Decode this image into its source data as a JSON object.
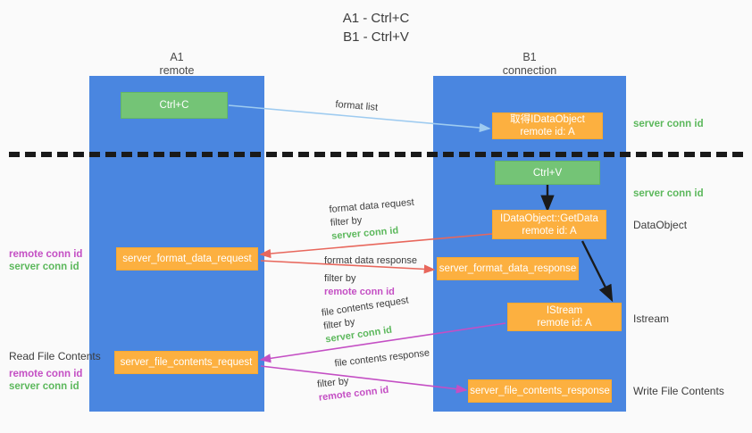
{
  "title": {
    "line1": "A1 - Ctrl+C",
    "line2": "B1 - Ctrl+V"
  },
  "columns": [
    {
      "name": "A1",
      "sub": "remote"
    },
    {
      "name": "B1",
      "sub": "connection"
    }
  ],
  "boxes": {
    "ctrl_c": {
      "line1": "Ctrl+C",
      "line2": ""
    },
    "ctrl_v": {
      "line1": "Ctrl+V",
      "line2": ""
    },
    "idataobject_create": {
      "line1": "取得IDataObject",
      "line2": "remote id: A"
    },
    "idataobject_getdata": {
      "line1": "IDataObject::GetData",
      "line2": "remote id: A"
    },
    "istream": {
      "line1": "IStream",
      "line2": "remote id: A"
    },
    "server_format_data_request": {
      "line1": "server_format_data_request",
      "line2": ""
    },
    "server_format_data_response": {
      "line1": "server_format_data_response",
      "line2": ""
    },
    "server_file_contents_request": {
      "line1": "server_file_contents_request",
      "line2": ""
    },
    "server_file_contents_response": {
      "line1": "server_file_contents_response",
      "line2": ""
    }
  },
  "right_labels": {
    "server_conn_id_top": "server conn id",
    "server_conn_id_mid": "server conn id",
    "dataobject": "DataObject",
    "istream": "Istream",
    "write_file_contents": "Write File Contents"
  },
  "left_labels": {
    "remote_conn_id_1": "remote conn id",
    "server_conn_id_1": "server conn id",
    "read_file_contents": "Read File Contents",
    "remote_conn_id_2": "remote conn id",
    "server_conn_id_2": "server conn id"
  },
  "annotations": {
    "format_list": "format list",
    "format_data_request": "format data request",
    "format_data_request_filter_prefix": "filter by ",
    "format_data_request_filter_value": "server conn id",
    "format_data_response": "format data response",
    "format_data_response_filter_prefix": "filter by ",
    "format_data_response_filter_value": "remote conn id",
    "file_contents_request": "file contents request",
    "file_contents_request_filter_prefix": "filter by ",
    "file_contents_request_filter_value": "server conn id",
    "file_contents_response": "file contents response",
    "file_contents_response_filter_prefix": "filter by ",
    "file_contents_response_filter_value": "remote conn id"
  },
  "colors": {
    "column_blue": "#4a86e0",
    "box_green": "#74c476",
    "box_orange": "#fcb040",
    "arrow_lightblue": "#9ecbf0",
    "arrow_red": "#e8675c",
    "arrow_magenta": "#c44fc4",
    "arrow_black": "#1a1a1a",
    "text_green": "#5cb85c",
    "text_magenta": "#c44fc4",
    "background": "#fafafa"
  }
}
